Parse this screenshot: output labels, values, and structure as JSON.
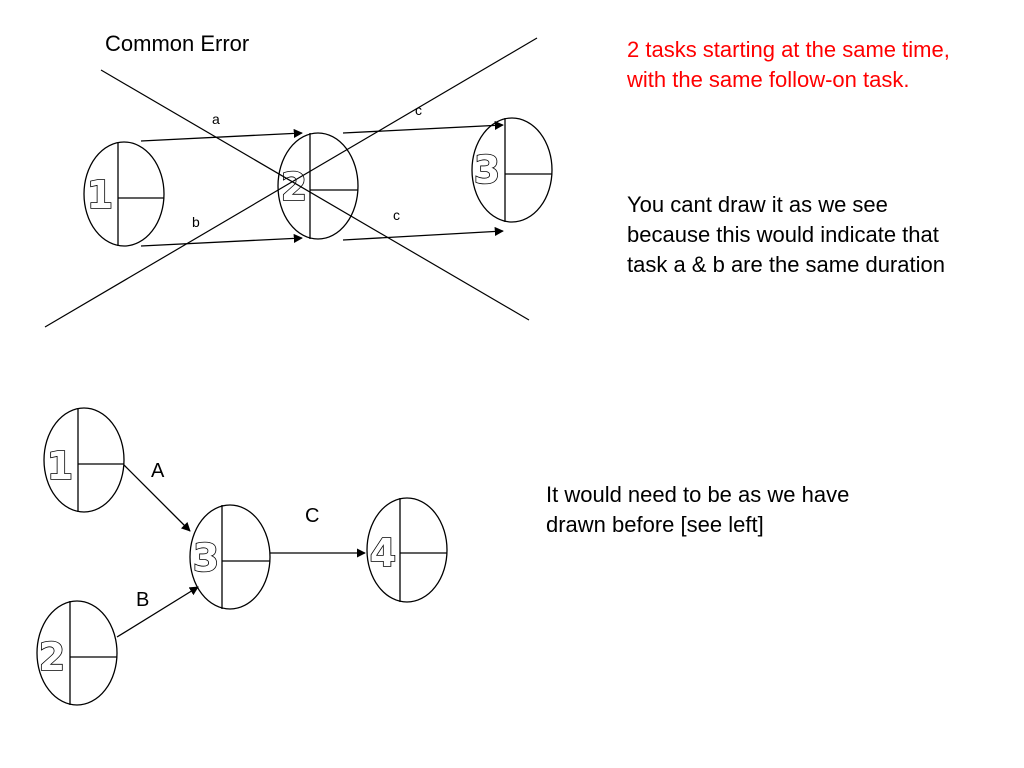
{
  "top_title": "Common Error",
  "top_nodes": [
    {
      "id": "top-node-1",
      "label": "1"
    },
    {
      "id": "top-node-2",
      "label": "2"
    },
    {
      "id": "top-node-3",
      "label": "3"
    }
  ],
  "top_edges": [
    {
      "id": "edge-a",
      "label": "a"
    },
    {
      "id": "edge-b",
      "label": "b"
    },
    {
      "id": "edge-c-upper",
      "label": "c"
    },
    {
      "id": "edge-c-lower",
      "label": "c"
    }
  ],
  "bottom_nodes": [
    {
      "id": "bottom-node-1",
      "label": "1"
    },
    {
      "id": "bottom-node-2",
      "label": "2"
    },
    {
      "id": "bottom-node-3",
      "label": "3"
    },
    {
      "id": "bottom-node-4",
      "label": "4"
    }
  ],
  "bottom_edges": [
    {
      "id": "edge-A",
      "label": "A"
    },
    {
      "id": "edge-B",
      "label": "B"
    },
    {
      "id": "edge-C",
      "label": "C"
    }
  ],
  "notes": {
    "red_note": "2 tasks starting at the same time, with the same follow-on task.",
    "explanation": "You cant draw it as we see because this would indicate that task a & b are the same duration",
    "correction": "It would need to be as we have drawn before [see left]"
  },
  "colors": {
    "warning": "#ff0000",
    "ink": "#000000"
  }
}
